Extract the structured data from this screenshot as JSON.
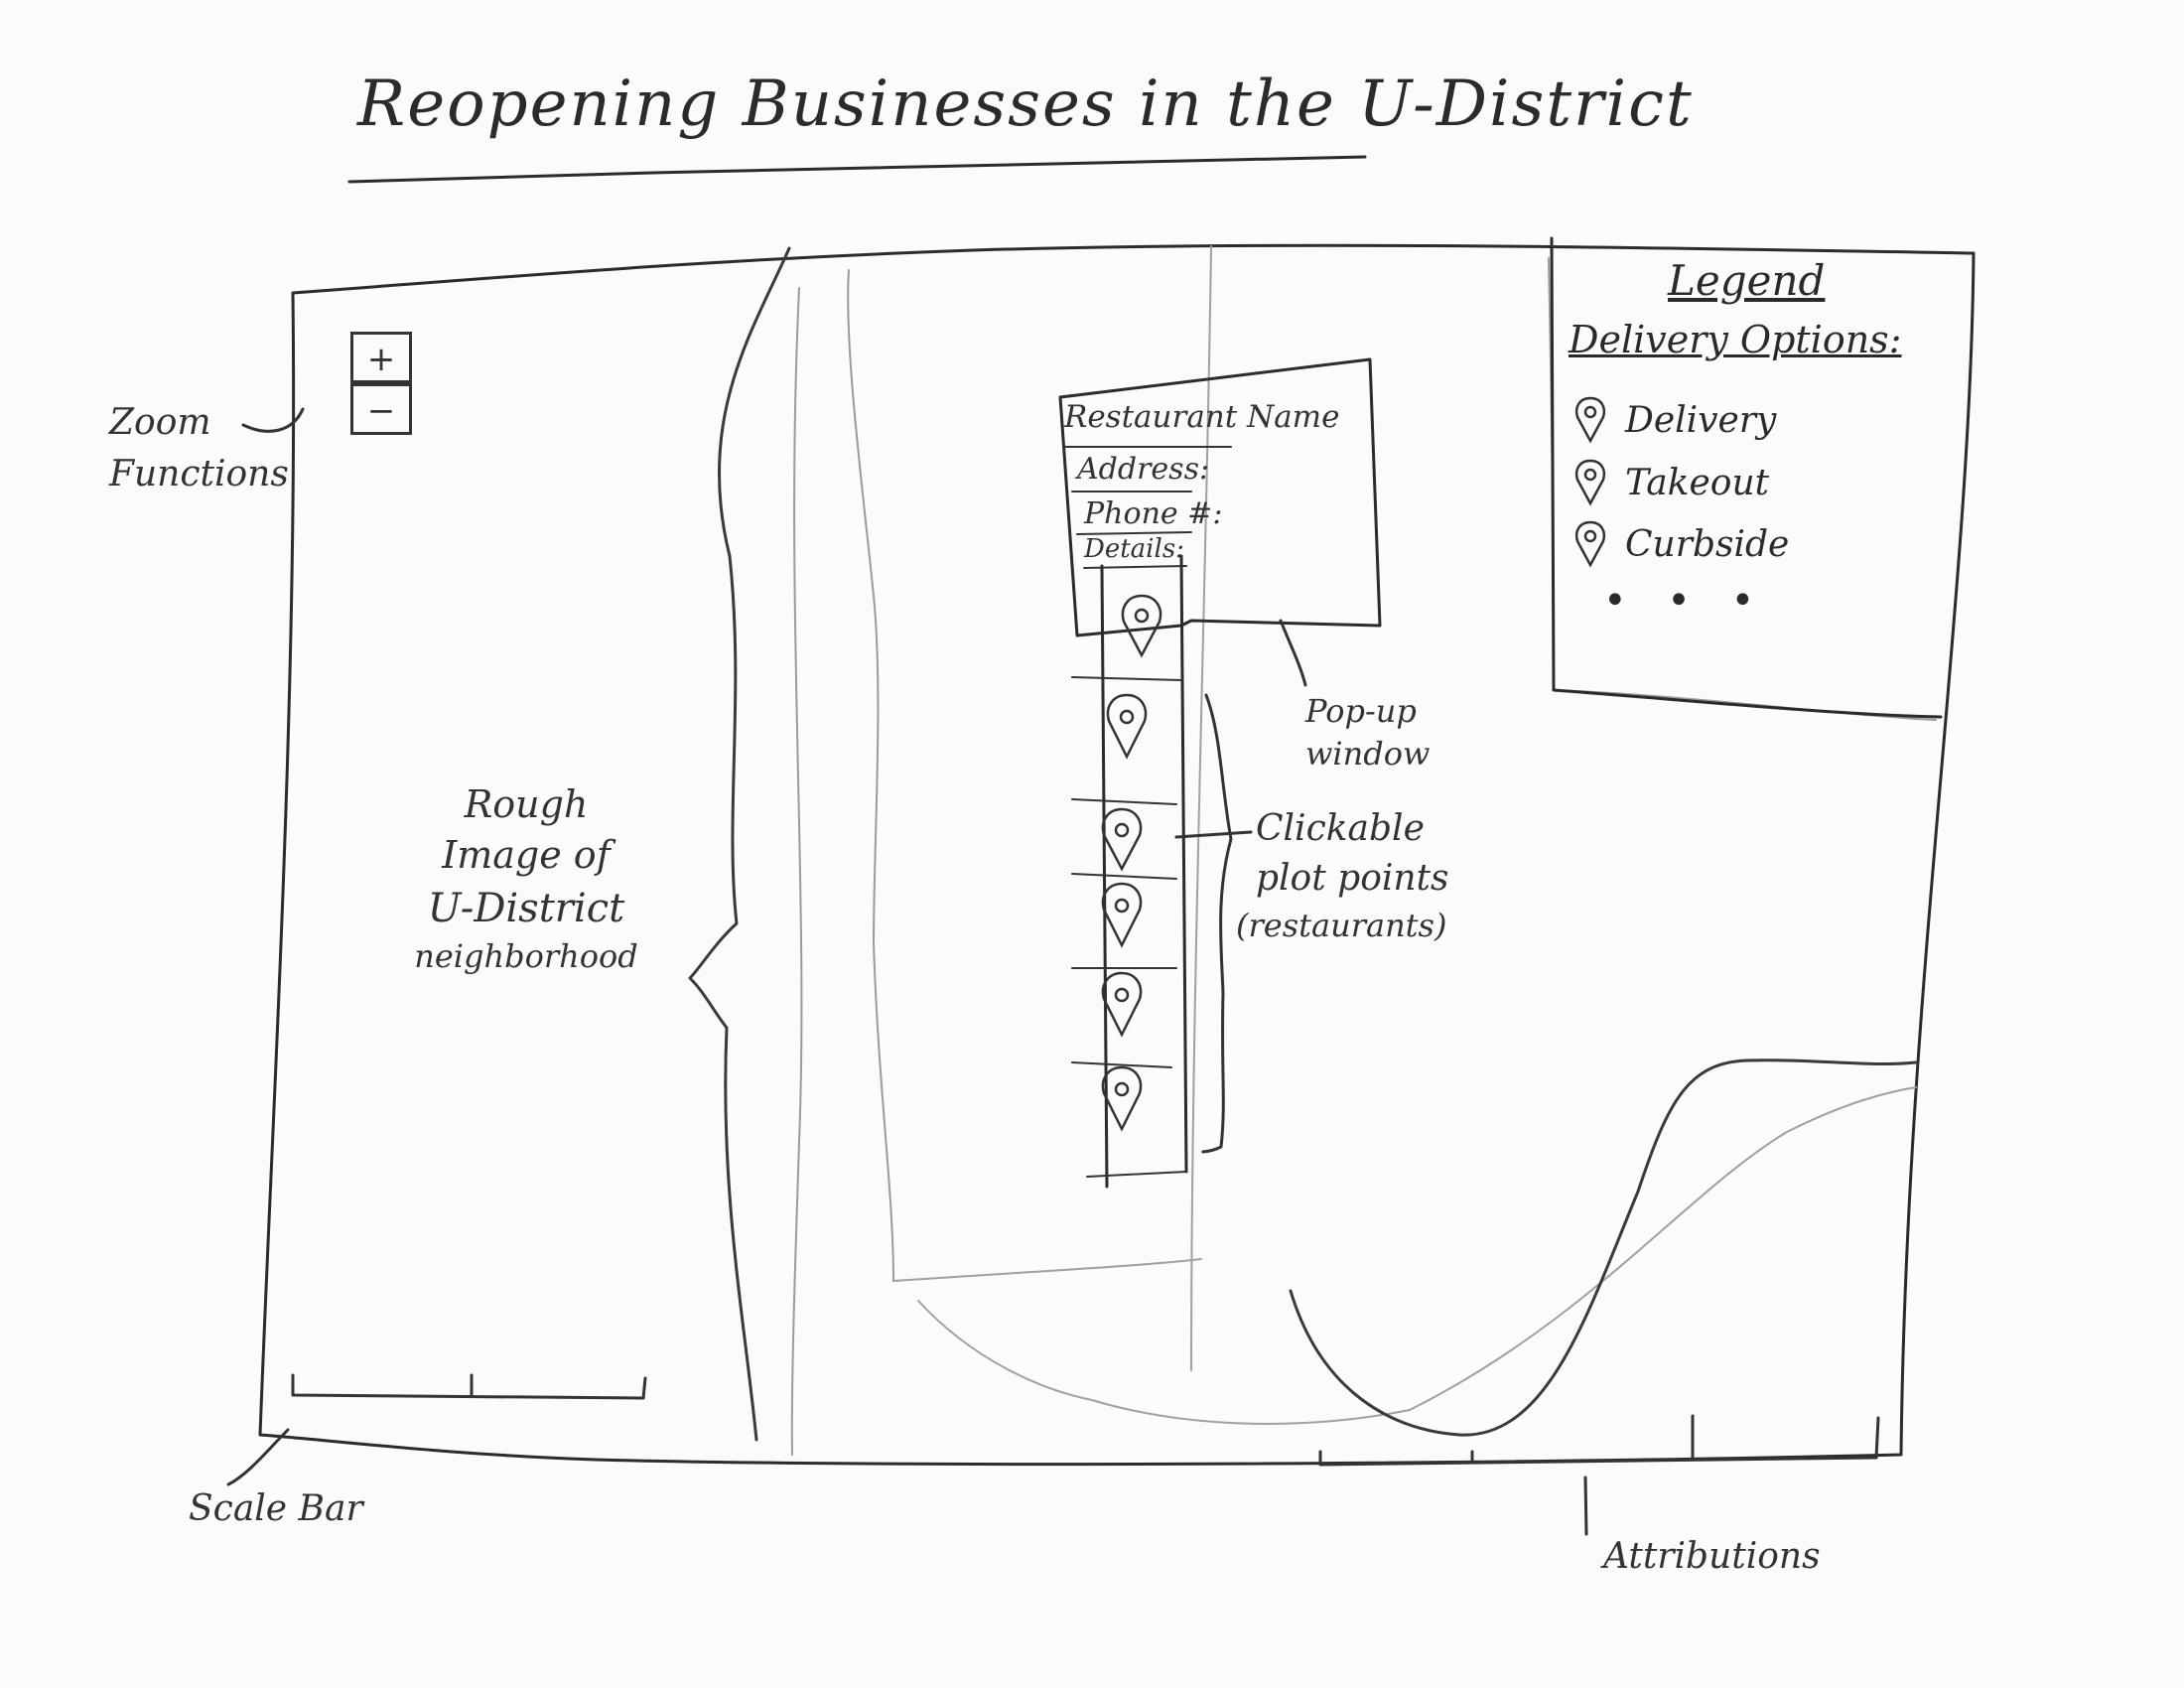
{
  "title": "Reopening Businesses in the U-District",
  "annotations": {
    "zoom": "Zoom Functions",
    "scale_bar": "Scale Bar",
    "popup": "Pop-up window",
    "plot_points_1": "Clickable",
    "plot_points_2": "plot points",
    "plot_points_3": "(restaurants)",
    "attributions": "Attributions"
  },
  "map": {
    "placeholder_lines": [
      "Rough",
      "Image of",
      "U-District",
      "neighborhood"
    ],
    "zoom_in": "+",
    "zoom_out": "−"
  },
  "popup": {
    "name": "Restaurant Name",
    "address": "Address:",
    "phone": "Phone #:",
    "details": "Details:"
  },
  "legend": {
    "title": "Legend",
    "subtitle": "Delivery Options:",
    "items": [
      {
        "label": "Delivery",
        "icon": "map-marker-icon"
      },
      {
        "label": "Takeout",
        "icon": "map-marker-icon"
      },
      {
        "label": "Curbside",
        "icon": "map-marker-icon"
      }
    ],
    "more": "• • •"
  },
  "colors": {
    "ink": "#2b2b2b",
    "paper": "#fbfbfa",
    "light_pencil": "#9a9a9a"
  }
}
